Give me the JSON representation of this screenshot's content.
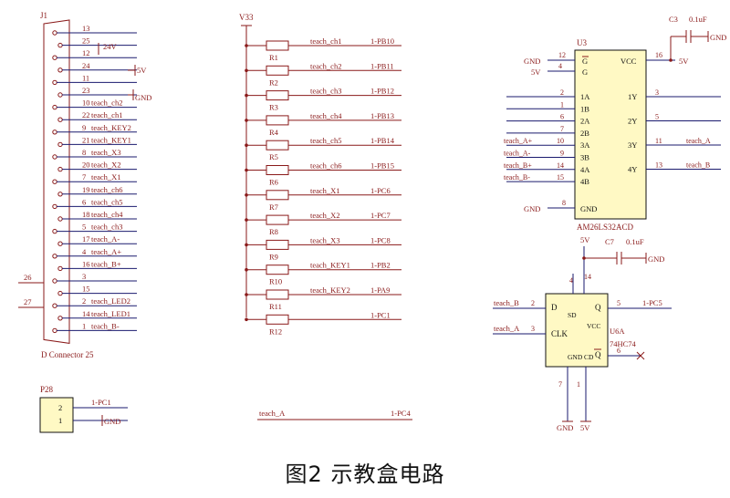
{
  "figure": {
    "caption": "图2 示教盒电路"
  },
  "connector_j1": {
    "ref": "J1",
    "name": "D Connector 25",
    "pins": [
      {
        "num": "13",
        "signal": ""
      },
      {
        "num": "25",
        "signal": ""
      },
      {
        "num": "12",
        "signal": ""
      },
      {
        "num": "24",
        "signal": ""
      },
      {
        "num": "11",
        "signal": ""
      },
      {
        "num": "23",
        "signal": ""
      },
      {
        "num": "10",
        "signal": "teach_ch2"
      },
      {
        "num": "22",
        "signal": "teach_ch1"
      },
      {
        "num": "9",
        "signal": "teach_KEY2"
      },
      {
        "num": "21",
        "signal": "teach_KEY1"
      },
      {
        "num": "8",
        "signal": "teach_X3"
      },
      {
        "num": "20",
        "signal": "teach_X2"
      },
      {
        "num": "7",
        "signal": "teach_X1"
      },
      {
        "num": "19",
        "signal": "teach_ch6"
      },
      {
        "num": "6",
        "signal": "teach_ch5"
      },
      {
        "num": "18",
        "signal": "teach_ch4"
      },
      {
        "num": "5",
        "signal": "teach_ch3"
      },
      {
        "num": "17",
        "signal": "teach_A-"
      },
      {
        "num": "4",
        "signal": "teach_A+"
      },
      {
        "num": "16",
        "signal": "teach_B+"
      },
      {
        "num": "3",
        "signal": ""
      },
      {
        "num": "15",
        "signal": ""
      },
      {
        "num": "2",
        "signal": "teach_LED2"
      },
      {
        "num": "14",
        "signal": "teach_LED1"
      },
      {
        "num": "1",
        "signal": "teach_B-"
      }
    ],
    "net_24v": "24V",
    "net_5v": "5V",
    "net_gnd": "GND",
    "shell_pin_a": "26",
    "shell_pin_b": "27"
  },
  "resistor_array": {
    "supply": "V33",
    "rows": [
      {
        "ref": "R1",
        "signal": "teach_ch1",
        "port": "1-PB10"
      },
      {
        "ref": "R2",
        "signal": "teach_ch2",
        "port": "1-PB11"
      },
      {
        "ref": "R3",
        "signal": "teach_ch3",
        "port": "1-PB12"
      },
      {
        "ref": "R4",
        "signal": "teach_ch4",
        "port": "1-PB13"
      },
      {
        "ref": "R5",
        "signal": "teach_ch5",
        "port": "1-PB14"
      },
      {
        "ref": "R6",
        "signal": "teach_ch6",
        "port": "1-PB15"
      },
      {
        "ref": "R7",
        "signal": "teach_X1",
        "port": "1-PC6"
      },
      {
        "ref": "R8",
        "signal": "teach_X2",
        "port": "1-PC7"
      },
      {
        "ref": "R9",
        "signal": "teach_X3",
        "port": "1-PC8"
      },
      {
        "ref": "R10",
        "signal": "teach_KEY1",
        "port": "1-PB2"
      },
      {
        "ref": "R11",
        "signal": "teach_KEY2",
        "port": "1-PA9"
      },
      {
        "ref": "R12",
        "signal": "",
        "port": "1-PC1"
      }
    ]
  },
  "u3": {
    "ref": "U3",
    "part": "AM26LS32ACD",
    "g_pin": "12",
    "g_bar_pin": "4",
    "g_label": "G",
    "g_bar_label": "G",
    "g_net": "GND",
    "g_bar_net": "5V",
    "vcc_label": "VCC",
    "vcc_pin": "16",
    "vcc_net": "5V",
    "gnd_label": "GND",
    "gnd_pin": "8",
    "gnd_net": "GND",
    "inputs": [
      {
        "pin": "2",
        "label": "1A",
        "net": ""
      },
      {
        "pin": "1",
        "label": "1B",
        "net": ""
      },
      {
        "pin": "6",
        "label": "2A",
        "net": ""
      },
      {
        "pin": "7",
        "label": "2B",
        "net": ""
      },
      {
        "pin": "10",
        "label": "3A",
        "net": "teach_A+"
      },
      {
        "pin": "9",
        "label": "3B",
        "net": "teach_A-"
      },
      {
        "pin": "14",
        "label": "4A",
        "net": "teach_B+"
      },
      {
        "pin": "15",
        "label": "4B",
        "net": "teach_B-"
      }
    ],
    "outputs": [
      {
        "pin": "3",
        "label": "1Y",
        "net": ""
      },
      {
        "pin": "5",
        "label": "2Y",
        "net": ""
      },
      {
        "pin": "11",
        "label": "3Y",
        "net": "teach_A"
      },
      {
        "pin": "13",
        "label": "4Y",
        "net": "teach_B"
      }
    ]
  },
  "c3": {
    "ref": "C3",
    "value": "0.1uF",
    "net": "GND"
  },
  "c7": {
    "ref": "C7",
    "value": "0.1uF",
    "net": "GND",
    "vnet": "5V"
  },
  "u6a": {
    "ref": "U6A",
    "part": "74HC74",
    "d_label": "D",
    "d_pin": "2",
    "d_net": "teach_B",
    "clk_label": "CLK",
    "clk_pin": "3",
    "clk_net": "teach_A",
    "sd_label": "SD",
    "sd_pin": "4",
    "vcc_label": "VCC",
    "vcc_pin": "14",
    "q_label": "Q",
    "q_pin": "5",
    "q_net": "1-PC5",
    "qbar_label": "Q",
    "qbar_pin": "6",
    "gnd_label": "GND",
    "gnd_pin": "7",
    "gnd_net": "GND",
    "cd_label": "CD",
    "cd_pin": "1",
    "cd_net": "5V"
  },
  "p28": {
    "ref": "P28",
    "pins": [
      {
        "num": "2",
        "net": "1-PC1"
      },
      {
        "num": "1",
        "net": "GND"
      }
    ]
  },
  "teach_a_net": {
    "label": "teach_A",
    "port": "1-PC4"
  }
}
